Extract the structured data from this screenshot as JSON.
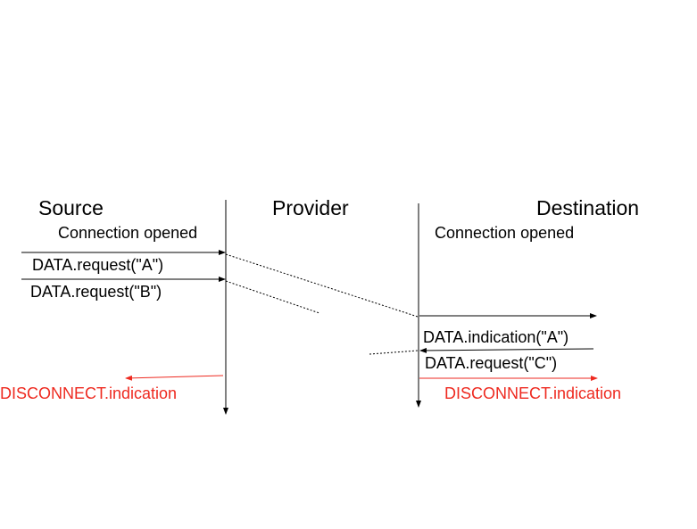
{
  "colors": {
    "line": "#000000",
    "disconnect": "#ee2a20"
  },
  "headers": {
    "source": "Source",
    "provider": "Provider",
    "destination": "Destination"
  },
  "source": {
    "connection": "Connection opened",
    "request_a": "DATA.request(\"A\")",
    "request_b": "DATA.request(\"B\")",
    "disconnect": "DISCONNECT.indication"
  },
  "destination": {
    "connection": "Connection opened",
    "indication_a": "DATA.indication(\"A\")",
    "request_c": "DATA.request(\"C\")",
    "disconnect": "DISCONNECT.indication"
  }
}
